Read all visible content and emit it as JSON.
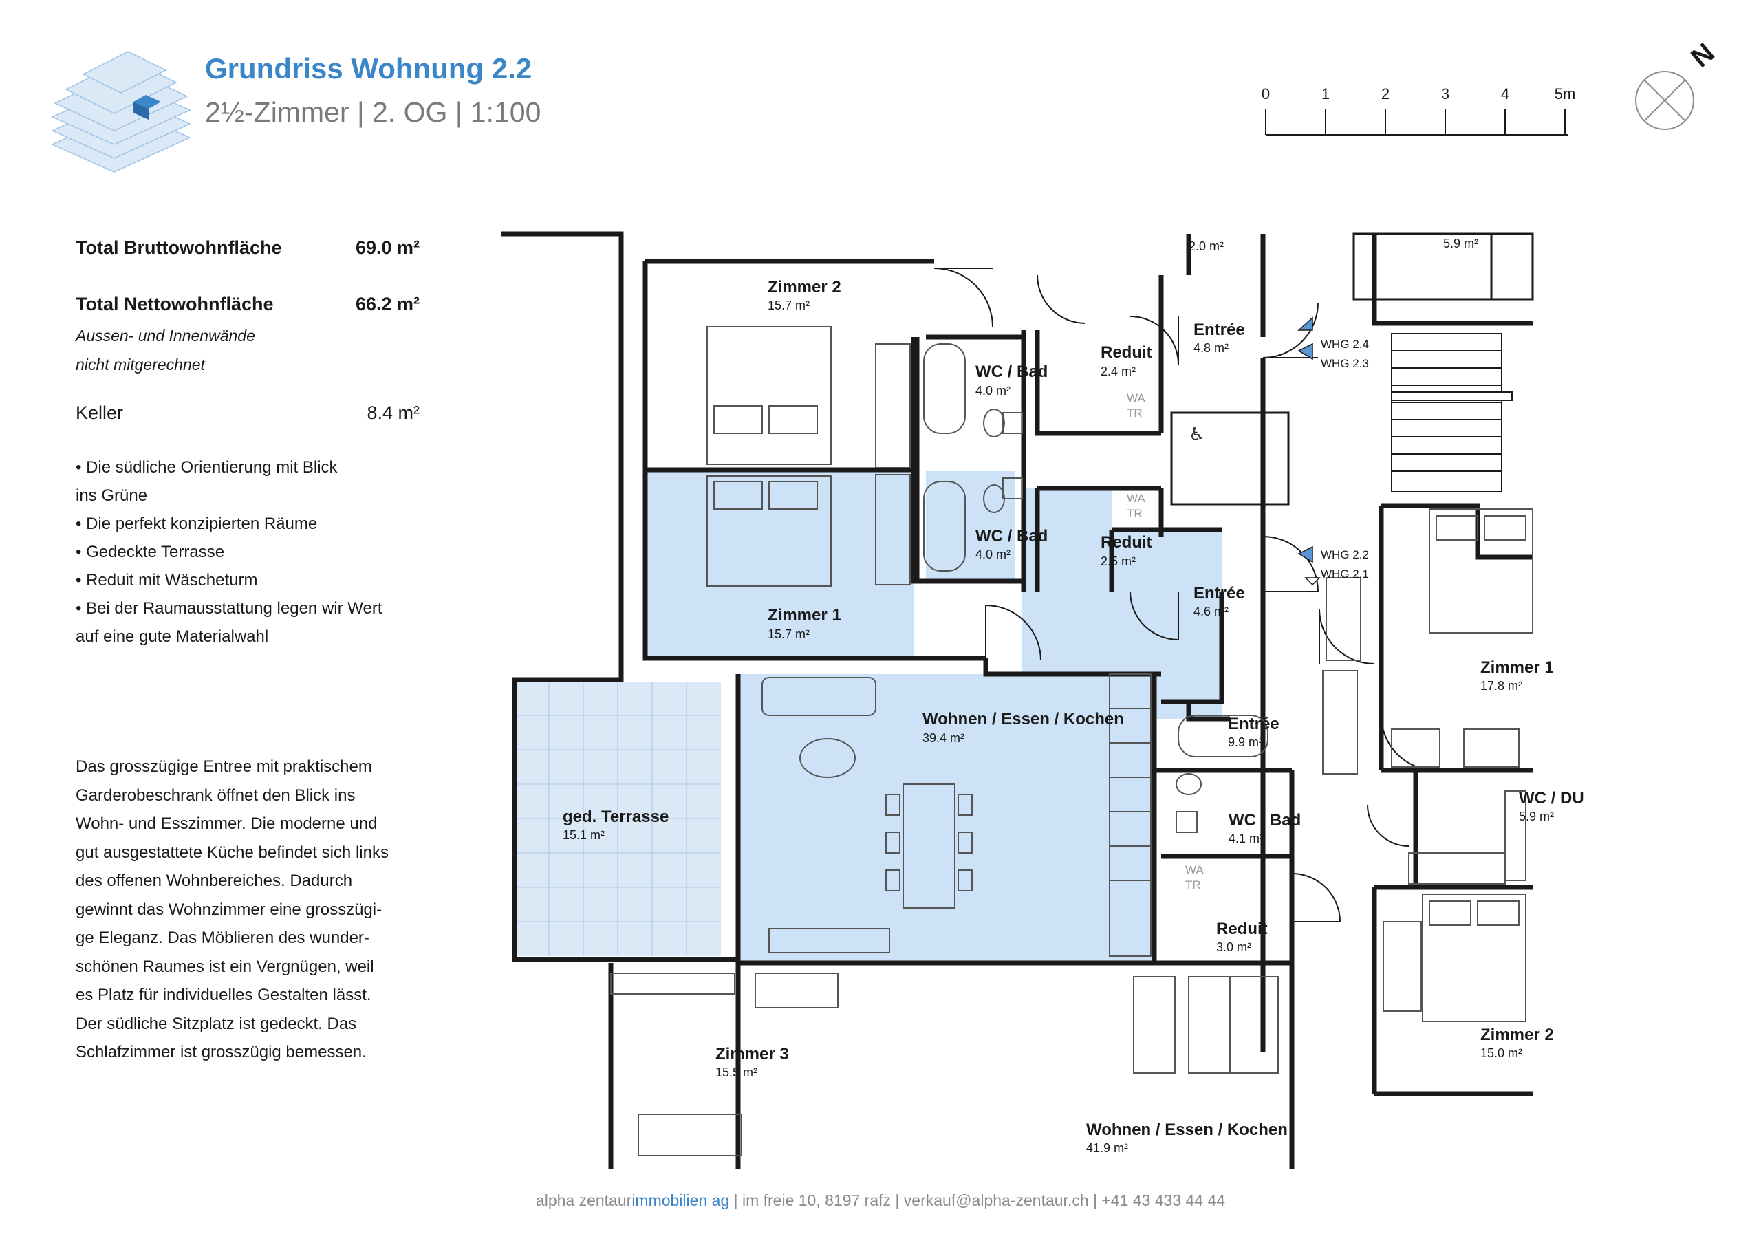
{
  "header": {
    "title": "Grundriss Wohnung 2.2",
    "subtitle": "2½-Zimmer | 2. OG | 1:100"
  },
  "scale_bar": {
    "labels": [
      "0",
      "1",
      "2",
      "3",
      "4",
      "5m"
    ]
  },
  "north_label": "N",
  "stats": {
    "brutto_label": "Total Bruttowohnfläche",
    "brutto_value": "69.0 m²",
    "netto_label": "Total Nettowohnfläche",
    "netto_value": "66.2 m²",
    "netto_note": "Aussen- und Innenwände\nnicht mitgerechnet",
    "keller_label": "Keller",
    "keller_value": "8.4 m²"
  },
  "features": [
    "• Die südliche Orientierung mit Blick\n  ins Grüne",
    "• Die perfekt konzipierten Räume",
    "• Gedeckte Terrasse",
    "• Reduit mit Wäscheturm",
    "• Bei der Raumausstattung legen wir Wert\n  auf eine gute Materialwahl"
  ],
  "description": "Das grosszügige Entree mit praktischem\nGarderobeschrank öffnet den Blick ins\nWohn- und Esszimmer. Die moderne und\ngut ausgestattete Küche befindet sich links\ndes offenen Wohnbereiches. Dadurch\ngewinnt das Wohnzimmer eine grosszügi-\nge Eleganz. Das Möblieren des wunder-\nschönen Raumes ist ein Vergnügen, weil\nes Platz für individuelles Gestalten lässt.\nDer südliche Sitzplatz ist gedeckt. Das\nSchlafzimmer ist grosszügig bemessen.",
  "rooms": {
    "zimmer2_top": {
      "name": "Zimmer 2",
      "area": "15.7 m²"
    },
    "wcbad_top": {
      "name": "WC / Bad",
      "area": "4.0 m²"
    },
    "reduit_top": {
      "name": "Reduit",
      "area": "2.4 m²"
    },
    "entree_top": {
      "name": "Entrée",
      "area": "4.8 m²"
    },
    "partial_top": {
      "area": "2.0 m²"
    },
    "partial_top_right": {
      "area": "5.9 m²"
    },
    "zimmer1": {
      "name": "Zimmer 1",
      "area": "15.7 m²"
    },
    "wcbad": {
      "name": "WC / Bad",
      "area": "4.0 m²"
    },
    "reduit": {
      "name": "Reduit",
      "area": "2.5 m²"
    },
    "entree": {
      "name": "Entrée",
      "area": "4.6 m²"
    },
    "wohnen": {
      "name": "Wohnen / Essen / Kochen",
      "area": "39.4 m²"
    },
    "terrasse": {
      "name": "ged. Terrasse",
      "area": "15.1 m²"
    },
    "wcbad_right": {
      "name": "WC / Bad",
      "area": "4.1 m²"
    },
    "reduit_right": {
      "name": "Reduit",
      "area": "3.0 m²"
    },
    "entree_right": {
      "name": "Entrée",
      "area": "9.9 m²"
    },
    "zimmer1_right": {
      "name": "Zimmer 1",
      "area": "17.8 m²"
    },
    "wcdu_right": {
      "name": "WC / DU",
      "area": "5.9 m²"
    },
    "zimmer2_right": {
      "name": "Zimmer 2",
      "area": "15.0 m²"
    },
    "zimmer3": {
      "name": "Zimmer 3",
      "area": "15.5 m²"
    },
    "wohnen_bottom": {
      "name": "Wohnen / Essen / Kochen",
      "area": "41.9 m²"
    }
  },
  "unit_labels": {
    "whg24": "WHG 2.4",
    "whg23": "WHG 2.3",
    "whg22": "WHG 2.2",
    "whg21": "WHG 2.1"
  },
  "wt_labels": {
    "wa": "WA",
    "tr": "TR"
  },
  "footer": {
    "brand": "alpha zentaur",
    "brand_accent": "immobilien ag",
    "rest": " | im freie 10, 8197 rafz | verkauf@alpha-zentaur.ch | +41 43 433 44 44"
  },
  "colors": {
    "accent": "#3a86c8",
    "highlight_fill": "#cde2f6",
    "terrace_fill": "#dbe9f7",
    "wall": "#1a1a1a"
  }
}
